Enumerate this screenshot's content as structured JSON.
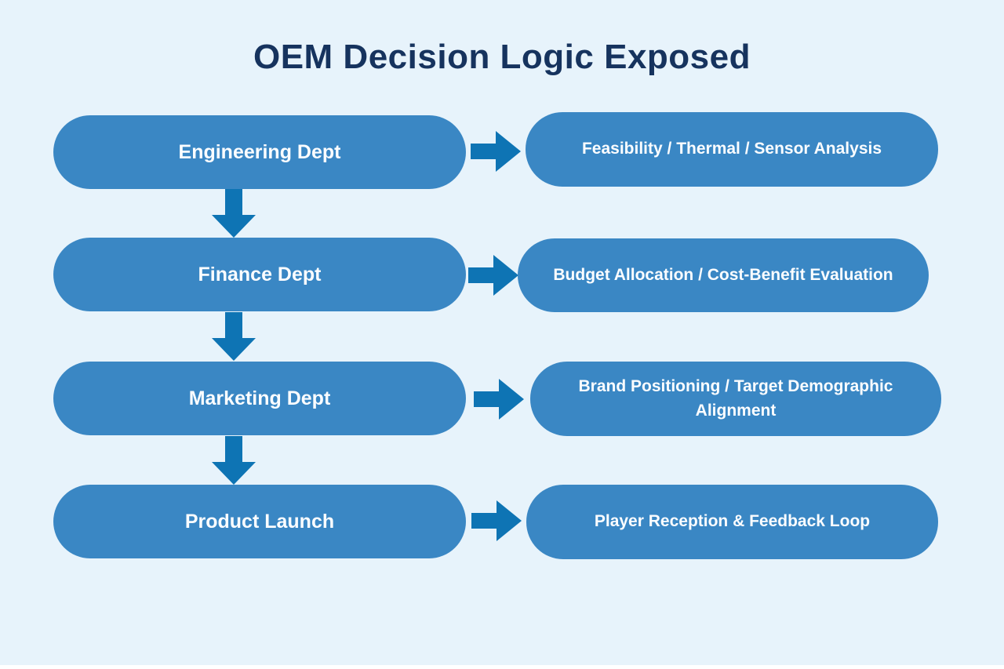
{
  "title": "OEM Decision Logic Exposed",
  "colors": {
    "background": "#E7F3FB",
    "node_fill": "#3A87C4",
    "arrow_fill": "#0E74B4",
    "title_text": "#16335E",
    "node_text": "#FBFDFF"
  },
  "flow": {
    "rows": [
      {
        "dept": "Engineering Dept",
        "outcome": "Feasibility / Thermal / Sensor Analysis"
      },
      {
        "dept": "Finance Dept",
        "outcome": "Budget Allocation / Cost-Benefit Evaluation"
      },
      {
        "dept": "Marketing Dept",
        "outcome": "Brand Positioning / Target Demographic Alignment"
      },
      {
        "dept": "Product Launch",
        "outcome": "Player Reception & Feedback Loop"
      }
    ]
  }
}
